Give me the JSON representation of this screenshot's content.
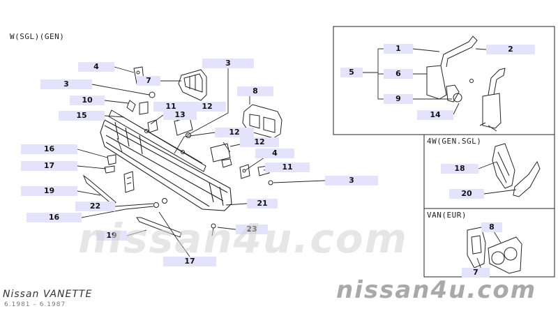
{
  "diagram": {
    "section_main_title": "W(SGL)(GEN)",
    "section_mirror_title": "",
    "section_4w_title": "4W(GEN.SGL)",
    "section_van_title": "VAN(EUR)",
    "footer_model": "Nissan VANETTE",
    "footer_dates": "6.1981 – 6.1987",
    "watermark_main": "nissan4u.com",
    "watermark_corner": "nissan4u.com",
    "label_color": "#e5e3fb",
    "line_color": "#222222"
  },
  "callouts": [
    {
      "key": "c4a",
      "number": "4"
    },
    {
      "key": "c7a",
      "number": "7"
    },
    {
      "key": "c3a",
      "number": "3"
    },
    {
      "key": "c3b",
      "number": "3"
    },
    {
      "key": "c8a",
      "number": "8"
    },
    {
      "key": "c10",
      "number": "10"
    },
    {
      "key": "c11a",
      "number": "11"
    },
    {
      "key": "c12a",
      "number": "12"
    },
    {
      "key": "c15",
      "number": "15"
    },
    {
      "key": "c13",
      "number": "13"
    },
    {
      "key": "c12b",
      "number": "12"
    },
    {
      "key": "c12c",
      "number": "12"
    },
    {
      "key": "c16a",
      "number": "16"
    },
    {
      "key": "c4b",
      "number": "4"
    },
    {
      "key": "c17a",
      "number": "17"
    },
    {
      "key": "c11b",
      "number": "11"
    },
    {
      "key": "c3c",
      "number": "3"
    },
    {
      "key": "c19a",
      "number": "19"
    },
    {
      "key": "c22",
      "number": "22"
    },
    {
      "key": "c21",
      "number": "21"
    },
    {
      "key": "c16b",
      "number": "16"
    },
    {
      "key": "c19b",
      "number": "19"
    },
    {
      "key": "c23",
      "number": "23"
    },
    {
      "key": "c17b",
      "number": "17"
    },
    {
      "key": "c1",
      "number": "1"
    },
    {
      "key": "c2",
      "number": "2"
    },
    {
      "key": "c5",
      "number": "5"
    },
    {
      "key": "c6",
      "number": "6"
    },
    {
      "key": "c9",
      "number": "9"
    },
    {
      "key": "c14",
      "number": "14"
    },
    {
      "key": "c18",
      "number": "18"
    },
    {
      "key": "c20",
      "number": "20"
    },
    {
      "key": "c8b",
      "number": "8"
    },
    {
      "key": "c7b",
      "number": "7"
    }
  ]
}
